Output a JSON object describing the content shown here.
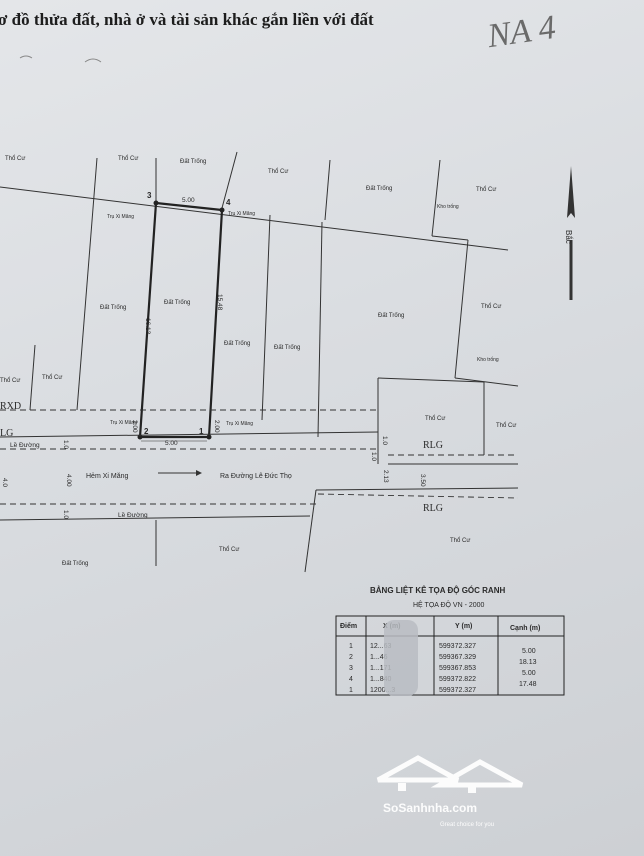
{
  "title": "ơ đồ thửa đất, nhà ở và tài sản khác gắn liền với đất",
  "handwritten_note": "NA 4",
  "parcels": {
    "tho_cu": "Thổ Cư",
    "dat_trong": "Đất Trống",
    "kho_trong": "Kho trống"
  },
  "markers": {
    "tru_xi_mang": "Trụ Xi Măng",
    "p1": "1",
    "p2": "2",
    "p3": "3",
    "p4": "4"
  },
  "dims": {
    "top": "5.00",
    "bottom": "5.00",
    "left_side": "16.13",
    "right_side": "15.48",
    "d2_00a": "2.00",
    "d2_00b": "2.00",
    "d4_00": "4.00",
    "d1_0a": "1.0",
    "d1_0b": "1.0",
    "d1_0c": "1.0",
    "d1_0d": "1.0",
    "d2_13": "2.13",
    "d3_50": "3.50",
    "d4_0": "4.0"
  },
  "road": {
    "le_duong": "Lề Đường",
    "hem": "Hẻm Xi Măng",
    "ra_duong": "Ra Đường Lê Đức Thọ",
    "rlg": "RLG",
    "rxd": "RXD",
    "lg": "LG"
  },
  "compass_label": "Bắc",
  "table": {
    "title": "BẢNG LIỆT KÊ TỌA ĐỘ GÓC RANH",
    "subtitle": "HỆ TỌA ĐỘ VN - 2000",
    "headers": [
      "Điểm",
      "X (m)",
      "Y (m)",
      "Cạnh (m)"
    ],
    "rows": [
      {
        "point": "1",
        "x": "12...63",
        "y": "599372.327"
      },
      {
        "point": "2",
        "x": "1...46",
        "y": "599367.329"
      },
      {
        "point": "3",
        "x": "1...171",
        "y": "599367.853"
      },
      {
        "point": "4",
        "x": "1...840",
        "y": "599372.822"
      },
      {
        "point": "1",
        "x": "1200...3",
        "y": "599372.327"
      }
    ],
    "edges": [
      "5.00",
      "18.13",
      "5.00",
      "17.48"
    ]
  },
  "watermark": {
    "brand": "SoSanhnha.com",
    "tagline": "Great choice for you"
  },
  "colors": {
    "paper": "#dcdfe3",
    "ink": "#2a2a2a",
    "accent": "#ffffff"
  }
}
